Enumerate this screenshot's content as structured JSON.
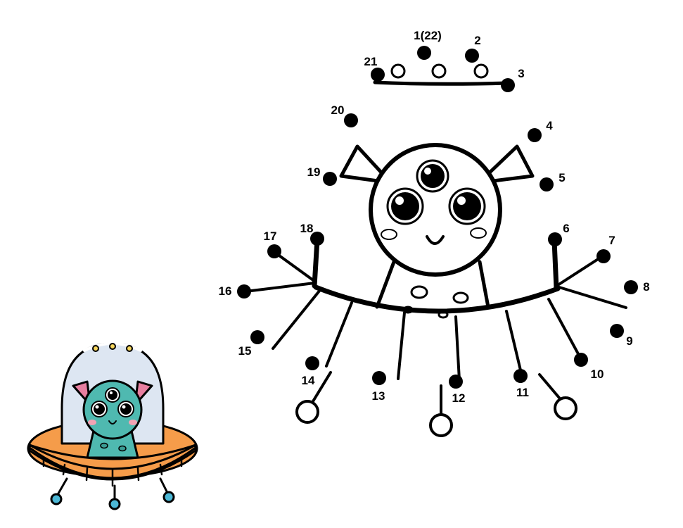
{
  "colors": {
    "ink": "#000000",
    "ufo_orange": "#f59c4a",
    "ufo_dome": "#dde6f2",
    "alien_teal": "#4fb9b0",
    "ear_pink": "#e87fa0",
    "cheek_pink": "#f2a3b4",
    "light_yellow": "#f7d65c",
    "leg_blue": "#4cb8d6"
  },
  "icons": [
    "ufo-icon",
    "alien-icon"
  ],
  "dots": [
    {
      "label": "1(22)"
    },
    {
      "label": "2"
    },
    {
      "label": "3"
    },
    {
      "label": "4"
    },
    {
      "label": "5"
    },
    {
      "label": "6"
    },
    {
      "label": "7"
    },
    {
      "label": "8"
    },
    {
      "label": "9"
    },
    {
      "label": "10"
    },
    {
      "label": "11"
    },
    {
      "label": "12"
    },
    {
      "label": "13"
    },
    {
      "label": "14"
    },
    {
      "label": "15"
    },
    {
      "label": "16"
    },
    {
      "label": "17"
    },
    {
      "label": "18"
    },
    {
      "label": "19"
    },
    {
      "label": "20"
    },
    {
      "label": "21"
    }
  ]
}
